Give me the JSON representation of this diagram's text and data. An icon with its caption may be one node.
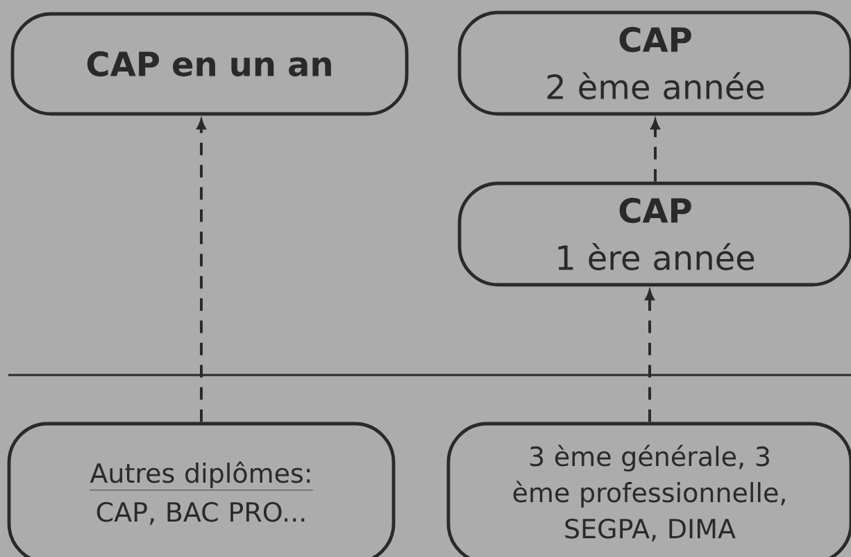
{
  "diagram": {
    "nodes": [
      {
        "text": [
          "CAP en un an"
        ]
      },
      {
        "text": [
          "CAP",
          "2 ème année"
        ]
      },
      {
        "text": [
          "CAP",
          "1 ère année"
        ]
      },
      {
        "text": [
          "Autres diplômes:",
          "CAP, BAC PRO..."
        ]
      },
      {
        "text": [
          "3 ème générale, 3 ème professionnelle, SEGPA, DIMA"
        ]
      }
    ],
    "edges": [
      {
        "from": 3,
        "to": 0,
        "arrow": "to",
        "style": "dashed"
      },
      {
        "from": 2,
        "to": 1,
        "arrow": "to",
        "style": "dashed"
      },
      {
        "from": 4,
        "to": 2,
        "arrow": "to",
        "style": "dashed"
      }
    ]
  }
}
